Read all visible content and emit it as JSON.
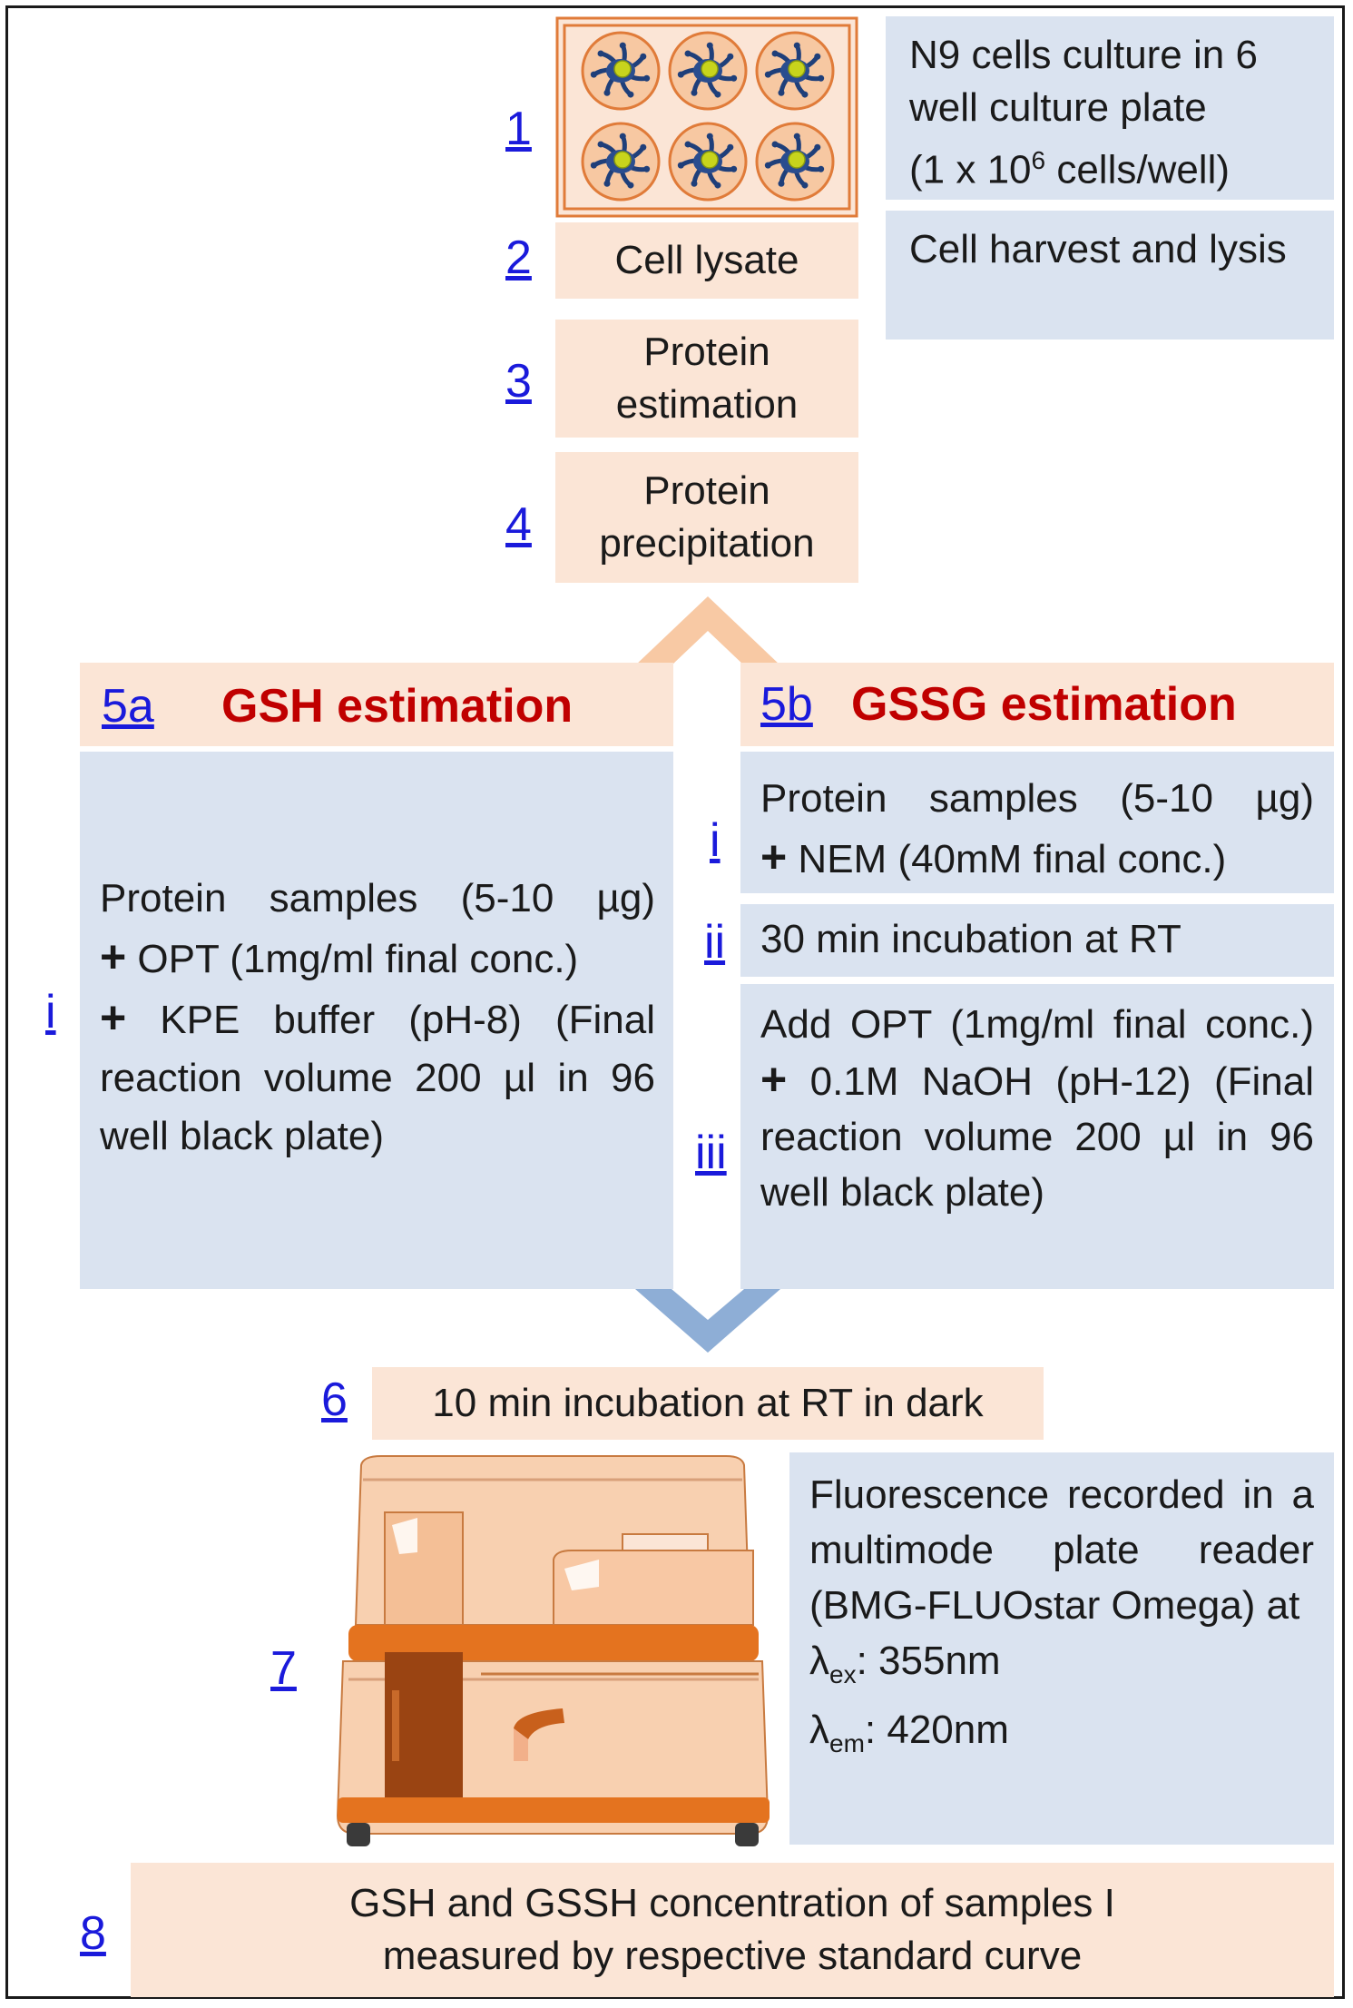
{
  "steps": {
    "s1": {
      "num": "1",
      "desc_line1": "N9 cells culture in 6",
      "desc_line2": "well culture plate",
      "desc_line3a": "(1 x 10",
      "desc_line3sup": "6",
      "desc_line3b": " cells/well)"
    },
    "s2": {
      "num": "2",
      "label": "Cell lysate",
      "desc": "Cell harvest and lysis"
    },
    "s3": {
      "num": "3",
      "label_line1": "Protein",
      "label_line2": "estimation"
    },
    "s4": {
      "num": "4",
      "label_line1": "Protein",
      "label_line2": "precipitation"
    },
    "s5a": {
      "num": "5a",
      "title": "GSH estimation",
      "i": {
        "num": "i",
        "line1": "Protein samples (5-10 µg)",
        "plus": "+",
        "line2": " OPT (1mg/ml final conc.)",
        "line3": " KPE buffer (pH-8) (Final reaction volume 200 µl in 96 well black plate)"
      }
    },
    "s5b": {
      "num": "5b",
      "title": "GSSG estimation",
      "i": {
        "num": "i",
        "line1": "Protein samples (5-10 µg)",
        "line2": " NEM (40mM final conc.)"
      },
      "ii": {
        "num": "ii",
        "text": "30 min incubation at RT"
      },
      "iii": {
        "num": "iii",
        "text_a": "Add OPT (1mg/ml final conc.) ",
        "text_b": " 0.1M NaOH (pH-12) (Final reaction volume 200 µl in 96 well black plate)"
      }
    },
    "s6": {
      "num": "6",
      "text": "10 min incubation at RT in dark"
    },
    "s7": {
      "num": "7",
      "desc": "Fluorescence recorded in a multimode plate reader (BMG-FLUOstar Omega) at",
      "lambda": "λ",
      "ex_sub": "ex",
      "ex_val": ": 355nm",
      "em_sub": "em",
      "em_val": ": 420nm"
    },
    "s8": {
      "num": "8",
      "line1": "GSH  and GSSH concentration of samples I",
      "line2": "measured by respective standard curve"
    }
  },
  "colors": {
    "peach": "#fbe5d6",
    "blue": "#dae3f0",
    "heading_red": "#c00000",
    "link_blue": "#1a1adb",
    "arrow_up": "#f8c9a4",
    "arrow_down": "#8eaed6"
  }
}
